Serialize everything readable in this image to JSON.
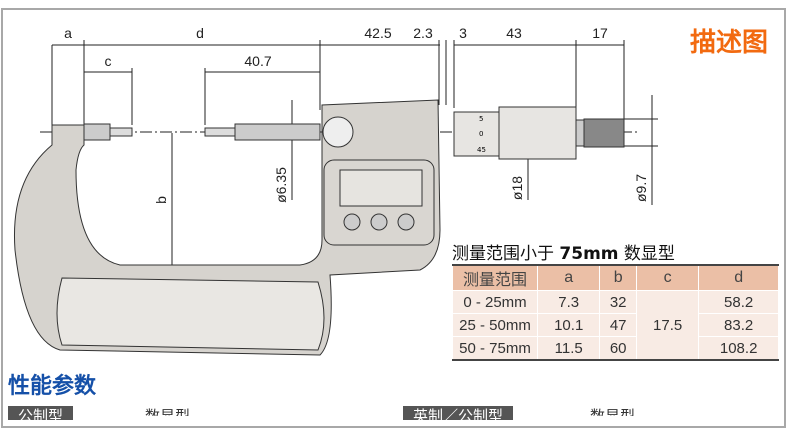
{
  "header": {
    "title": "描述图"
  },
  "dimensions": {
    "a": "a",
    "d": "d",
    "c": "c",
    "len_40_7": "40.7",
    "len_42_5": "42.5",
    "len_2_3": "2.3",
    "len_3": "3",
    "len_43": "43",
    "len_17": "17",
    "b": "b",
    "dia_6_35": "ø6.35",
    "dia_18": "ø18",
    "dia_9_7": "ø9.7",
    "thimble_5": "5",
    "thimble_0": "0",
    "thimble_45": "45"
  },
  "table": {
    "title_prefix": "测量范围小于 ",
    "title_bold": "75mm",
    "title_suffix": " 数显型",
    "headers": [
      "测量范围",
      "a",
      "b",
      "c",
      "d"
    ],
    "rows": [
      {
        "range": "0 - 25mm",
        "a": "7.3",
        "b": "32",
        "d": "58.2"
      },
      {
        "range": "25 - 50mm",
        "a": "10.1",
        "b": "47",
        "d": "83.2"
      },
      {
        "range": "50 - 75mm",
        "a": "11.5",
        "b": "60",
        "d": "108.2"
      }
    ],
    "c_merged": "17.5"
  },
  "performance": {
    "title": "性能参数",
    "metric_label": "公制型",
    "metric_value": "数显型",
    "imperial_label": "英制／公制型",
    "imperial_value": "数显型"
  }
}
